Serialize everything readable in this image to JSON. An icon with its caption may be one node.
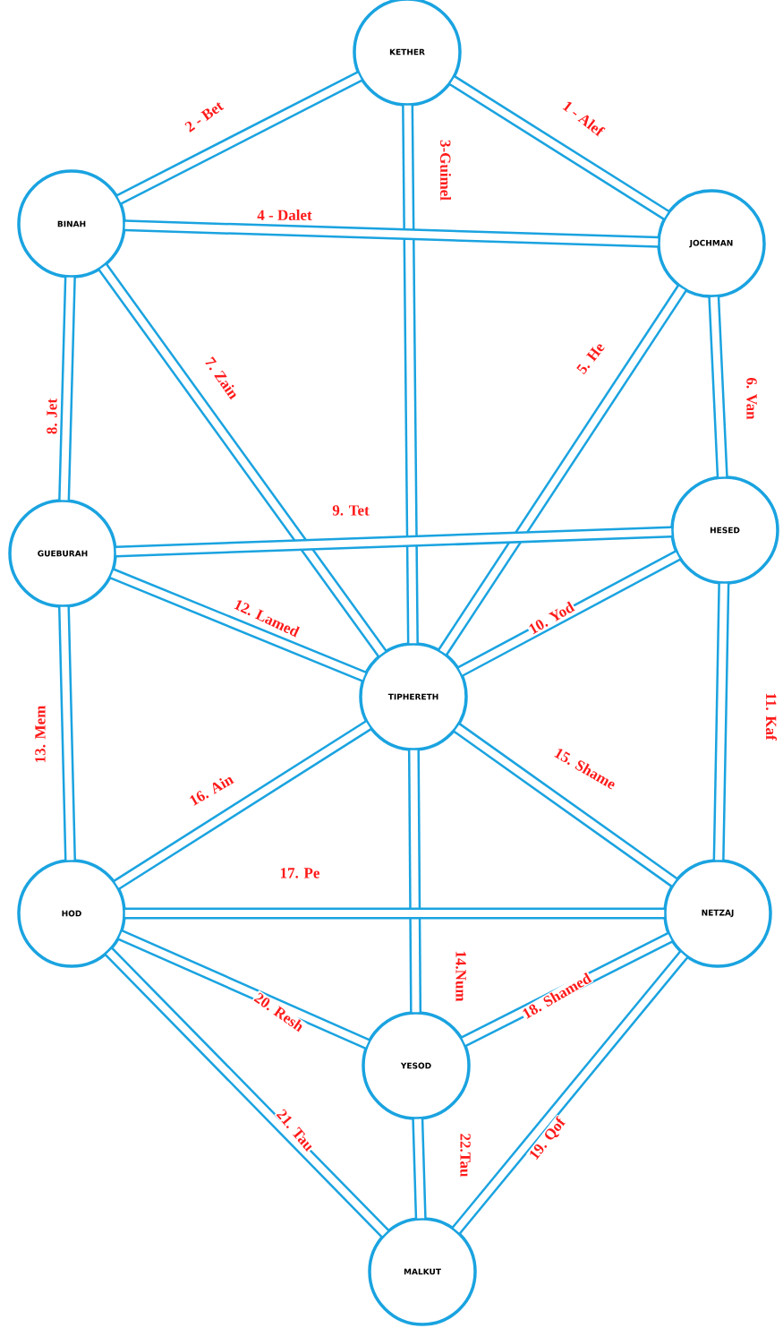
{
  "diagram": {
    "nodes": [
      {
        "text": [
          "KETHER"
        ]
      },
      {
        "text": [
          "BINAH"
        ]
      },
      {
        "text": [
          "JOCHMAN"
        ]
      },
      {
        "text": [
          "GUEBURAH"
        ]
      },
      {
        "text": [
          "HESED"
        ]
      },
      {
        "text": [
          "TIPHERETH"
        ]
      },
      {
        "text": [
          "HOD"
        ]
      },
      {
        "text": [
          "NETZAJ"
        ]
      },
      {
        "text": [
          "YESOD"
        ]
      },
      {
        "text": [
          "MALKUT"
        ]
      }
    ],
    "edges": [
      {
        "from": 0,
        "to": 2,
        "arrow": "none",
        "label": "1 - Alef"
      },
      {
        "from": 0,
        "to": 1,
        "arrow": "none",
        "label": "2 - Bet"
      },
      {
        "from": 0,
        "to": 5,
        "arrow": "none",
        "label": "3-Guimel"
      },
      {
        "from": 1,
        "to": 2,
        "arrow": "none",
        "label": "4 - Dalet"
      },
      {
        "from": 2,
        "to": 5,
        "arrow": "none",
        "label": "5. He"
      },
      {
        "from": 2,
        "to": 4,
        "arrow": "none",
        "label": "6. Van"
      },
      {
        "from": 1,
        "to": 5,
        "arrow": "none",
        "label": "7. Zain"
      },
      {
        "from": 1,
        "to": 3,
        "arrow": "none",
        "label": "8. Jet"
      },
      {
        "from": 3,
        "to": 4,
        "arrow": "none",
        "label": "9. Tet"
      },
      {
        "from": 4,
        "to": 5,
        "arrow": "none",
        "label": "10. Yod"
      },
      {
        "from": 4,
        "to": 7,
        "arrow": "none",
        "label": "11. Kaf"
      },
      {
        "from": 3,
        "to": 5,
        "arrow": "none",
        "label": "12. Lamed"
      },
      {
        "from": 3,
        "to": 6,
        "arrow": "none",
        "label": "13. Mem"
      },
      {
        "from": 5,
        "to": 8,
        "arrow": "none",
        "label": "14.Num"
      },
      {
        "from": 5,
        "to": 7,
        "arrow": "none",
        "label": "15. Shame"
      },
      {
        "from": 5,
        "to": 6,
        "arrow": "none",
        "label": "16. Ain"
      },
      {
        "from": 6,
        "to": 7,
        "arrow": "none",
        "label": "17. Pe"
      },
      {
        "from": 8,
        "to": 7,
        "arrow": "none",
        "label": "18. Shamed"
      },
      {
        "from": 7,
        "to": 9,
        "arrow": "none",
        "label": "19. Qof"
      },
      {
        "from": 6,
        "to": 8,
        "arrow": "none",
        "label": "20. Resh"
      },
      {
        "from": 6,
        "to": 9,
        "arrow": "none",
        "label": "21. Tau"
      },
      {
        "from": 8,
        "to": 9,
        "arrow": "none",
        "label": "22.Tau"
      }
    ]
  }
}
